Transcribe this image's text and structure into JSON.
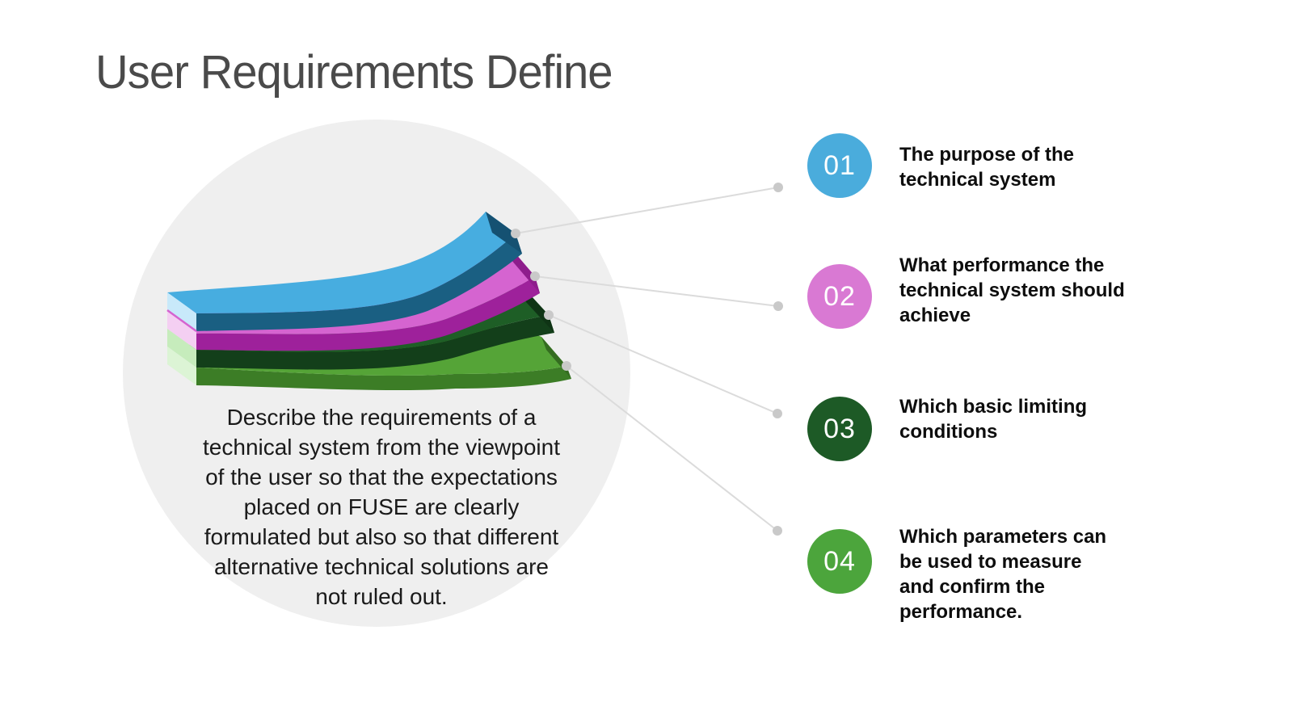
{
  "slide": {
    "title": "User Requirements Define",
    "description": "Describe the requirements of a technical system from the viewpoint of the user so that the expectations placed on FUSE are clearly formulated but also so that different alternative technical solutions are not ruled out."
  },
  "steps": [
    {
      "number": "01",
      "label": "The purpose of the technical system",
      "color": "#4AACDC"
    },
    {
      "number": "02",
      "label": "What performance the technical system should achieve",
      "color": "#D979D3"
    },
    {
      "number": "03",
      "label": "Which basic limiting conditions",
      "color": "#1D5A26"
    },
    {
      "number": "04",
      "label": "Which parameters can be used to measure and confirm the performance.",
      "color": "#4CA53C"
    }
  ],
  "graphic": {
    "background_circle_color": "#EFEFEF",
    "connector_line_color": "#DBDBDB",
    "connector_dot_color": "#C9C9C9",
    "ribbons": [
      {
        "name": "blue",
        "top_color": "#47ADE0",
        "front_color": "#1A5F82",
        "tip_color": "#155172",
        "cap_color": "#C8E9FA"
      },
      {
        "name": "magenta",
        "top_color": "#D564D0",
        "front_color": "#9E219B",
        "tip_color": "#8E1D8C",
        "cap_color": "#F4CFF2"
      },
      {
        "name": "dark-green",
        "top_color": "#1E5E26",
        "front_color": "#133F1A",
        "tip_color": "#0F3415",
        "cap_color": "#C6ECBC"
      },
      {
        "name": "light-green",
        "top_color": "#55A437",
        "front_color": "#3C7D26",
        "tip_color": "#346C20",
        "cap_color": "#DCF4D5"
      }
    ]
  }
}
